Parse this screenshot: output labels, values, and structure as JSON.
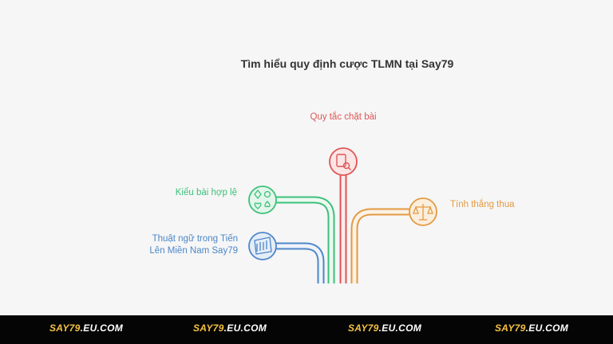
{
  "title": "Tìm hiểu quy định cược TLMN tại Say79",
  "items": {
    "rules": {
      "label": "Quy tắc chặt bài",
      "color": "#e05555",
      "icon": "card-search-icon"
    },
    "hands": {
      "label": "Kiểu bài hợp lệ",
      "color": "#3cc07a",
      "icon": "card-suits-icon"
    },
    "terms": {
      "label_line1": "Thuật ngữ trong Tiến",
      "label_line2": "Lên Miền Nam Say79",
      "color": "#4d87c7",
      "icon": "hand-cards-icon"
    },
    "winlose": {
      "label": "Tính thắng thua",
      "color": "#e39a43",
      "icon": "balance-scale-icon"
    }
  },
  "footer": {
    "brands": [
      {
        "main": "SAY79",
        "suffix": ".EU.COM"
      },
      {
        "main": "SAY79",
        "suffix": ".EU.COM"
      },
      {
        "main": "SAY79",
        "suffix": ".EU.COM"
      },
      {
        "main": "SAY79",
        "suffix": ".EU.COM"
      }
    ],
    "highlight_color": "#f5c242"
  }
}
